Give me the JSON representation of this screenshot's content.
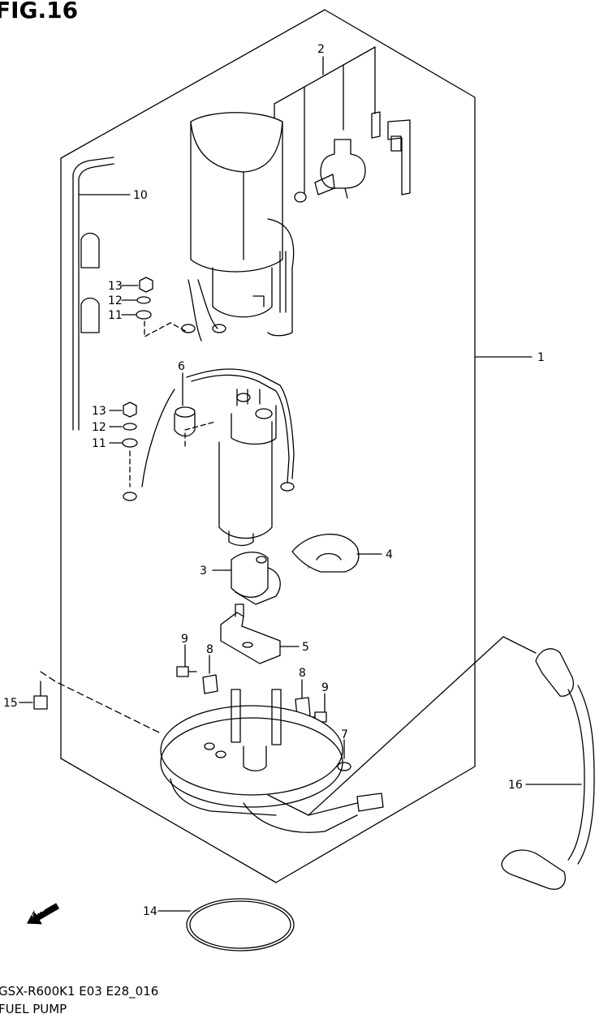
{
  "figure": {
    "title": "FIG.16",
    "model_code": "GSX-R600K1 E03 E28_016",
    "caption": "FUEL PUMP"
  },
  "callouts": [
    "1",
    "2",
    "3",
    "4",
    "5",
    "6",
    "7",
    "8",
    "8",
    "9",
    "9",
    "10",
    "11",
    "11",
    "12",
    "12",
    "13",
    "13",
    "14",
    "15",
    "16"
  ],
  "direction_badge": "FWD"
}
